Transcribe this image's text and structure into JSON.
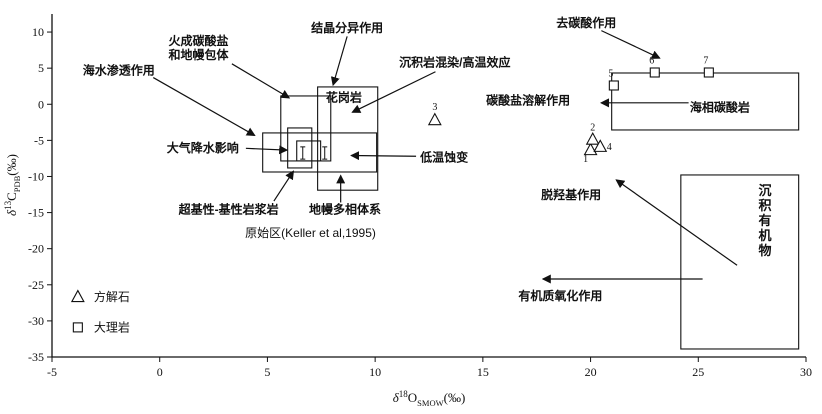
{
  "figure": {
    "background": "#ffffff",
    "ink": "#111111"
  },
  "chart_data": {
    "type": "scatter",
    "x_axis": {
      "label_parts": {
        "pre": "δ",
        "sup": "18",
        "el": "O",
        "sub": "SMOW",
        "unit": "(‰)"
      },
      "lim": [
        -5,
        30
      ],
      "ticks": [
        -5,
        0,
        5,
        10,
        15,
        20,
        25,
        30
      ]
    },
    "y_axis": {
      "label_parts": {
        "pre": "δ",
        "sup": "13",
        "el": "C",
        "sub": "PDB",
        "unit": "(‰)"
      },
      "lim": [
        -35,
        12.5
      ],
      "ticks": [
        10,
        5,
        0,
        -5,
        -10,
        -15,
        -20,
        -25,
        -30,
        -35
      ]
    },
    "fields": [
      {
        "name": "granite-field",
        "x1": 7.33,
        "y1": -11.9,
        "x2": 10.12,
        "y2": 2.4
      },
      {
        "name": "igneous-carbonate-field",
        "x1": 5.62,
        "y1": -7.85,
        "x2": 7.94,
        "y2": 1.15
      },
      {
        "name": "mantle-multiphase-field",
        "x1": 4.78,
        "y1": -9.38,
        "x2": 10.07,
        "y2": -3.97
      },
      {
        "name": "primitive-field-outer",
        "x1": 5.94,
        "y1": -8.82,
        "x2": 7.06,
        "y2": -3.28
      },
      {
        "name": "primitive-field-inner",
        "x1": 6.36,
        "y1": -7.85,
        "x2": 7.47,
        "y2": -5.08
      },
      {
        "name": "marine-carbonate-field",
        "x1": 20.98,
        "y1": -3.56,
        "x2": 29.66,
        "y2": 4.33
      },
      {
        "name": "sedimentary-organic-field",
        "x1": 24.19,
        "y1": -33.89,
        "x2": 29.66,
        "y2": -9.79
      }
    ],
    "ibeam_markers": [
      {
        "x": 6.64,
        "y1": -7.6,
        "y2": -5.9
      },
      {
        "x": 7.66,
        "y1": -7.6,
        "y2": -5.9
      }
    ],
    "labels": [
      {
        "name": "igneous-carbonate-mantle-label",
        "lines": [
          "火成碳酸盐",
          "和地幔包体"
        ],
        "x": 1.8,
        "y": 8.2,
        "bold": true
      },
      {
        "name": "crystallization-differentiation-label",
        "lines": [
          "结晶分异作用"
        ],
        "x": 8.7,
        "y": 10.0,
        "bold": true
      },
      {
        "name": "seawater-infiltration-label",
        "lines": [
          "海水渗透作用"
        ],
        "x": -1.9,
        "y": 4.1,
        "bold": true
      },
      {
        "name": "sediment-contamination-label",
        "lines": [
          "沉积岩混染/高温效应"
        ],
        "x": 13.7,
        "y": 5.2,
        "bold": true
      },
      {
        "name": "meteoric-water-label",
        "lines": [
          "大气降水影响"
        ],
        "x": 2.0,
        "y": -6.6,
        "bold": true
      },
      {
        "name": "low-temp-alteration-label",
        "lines": [
          "低温蚀变"
        ],
        "x": 13.2,
        "y": -7.9,
        "bold": true
      },
      {
        "name": "granite-label",
        "lines": [
          "花岗岩"
        ],
        "x": 8.55,
        "y": 0.4,
        "bold": true
      },
      {
        "name": "ultrabasic-basic-magmatic-label",
        "lines": [
          "超基性-基性岩浆岩"
        ],
        "x": 3.2,
        "y": -15.1,
        "bold": true
      },
      {
        "name": "mantle-multiphase-label",
        "lines": [
          "地幔多相体系"
        ],
        "x": 8.6,
        "y": -15.1,
        "bold": true
      },
      {
        "name": "primitive-zone-label",
        "lines": [
          "原始区(Keller et al,1995)"
        ],
        "x": 7.0,
        "y": -18.4,
        "bold": false
      },
      {
        "name": "decarbonation-label",
        "lines": [
          "去碳酸作用"
        ],
        "x": 19.8,
        "y": 10.7,
        "bold": true
      },
      {
        "name": "carbonate-dissolution-label",
        "lines": [
          "碳酸盐溶解作用"
        ],
        "x": 17.1,
        "y": 0.0,
        "bold": true
      },
      {
        "name": "marine-carbonate-label",
        "lines": [
          "海相碳酸岩"
        ],
        "x": 26.0,
        "y": -1.0,
        "bold": true
      },
      {
        "name": "dehydroxylation-label",
        "lines": [
          "脱羟基作用"
        ],
        "x": 19.1,
        "y": -13.1,
        "bold": true
      },
      {
        "name": "sedimentary-organic-label",
        "lines": [
          "沉积有机物"
        ],
        "x": 28.1,
        "y": -12.6,
        "bold": true,
        "vertical": true,
        "size": 13
      },
      {
        "name": "organic-oxidation-label",
        "lines": [
          "有机质氧化作用"
        ],
        "x": 18.6,
        "y": -27.1,
        "bold": true
      }
    ],
    "arrows": [
      {
        "name": "igneous-carbonate-arrow",
        "x1": 3.35,
        "y1": 5.6,
        "x2": 6.0,
        "y2": 0.9
      },
      {
        "name": "crystallization-arrow",
        "x1": 8.7,
        "y1": 9.4,
        "x2": 8.05,
        "y2": 2.7
      },
      {
        "name": "seawater-arrow",
        "x1": -0.3,
        "y1": 3.7,
        "x2": 4.4,
        "y2": -4.3
      },
      {
        "name": "sediment-contamination-arrow",
        "x1": 12.8,
        "y1": 4.5,
        "x2": 8.95,
        "y2": -1.1
      },
      {
        "name": "meteoric-water-arrow",
        "x1": 4.0,
        "y1": -6.1,
        "x2": 5.9,
        "y2": -6.35
      },
      {
        "name": "low-temp-arrow",
        "x1": 11.9,
        "y1": -7.2,
        "x2": 8.9,
        "y2": -7.1
      },
      {
        "name": "decarbonation-arrow",
        "x1": 20.5,
        "y1": 10.2,
        "x2": 23.2,
        "y2": 6.4
      },
      {
        "name": "carbonate-dissolution-arrow",
        "x1": 24.55,
        "y1": 0.2,
        "x2": 20.5,
        "y2": 0.2
      },
      {
        "name": "dehydroxylation-arrow",
        "x1": 26.8,
        "y1": -22.3,
        "x2": 21.2,
        "y2": -10.5
      },
      {
        "name": "organic-oxidation-arrow",
        "x1": 25.2,
        "y1": -24.2,
        "x2": 17.8,
        "y2": -24.2
      },
      {
        "name": "ultrabasic-leader-arrow",
        "x1": 5.3,
        "y1": -13.4,
        "x2": 6.2,
        "y2": -9.3
      },
      {
        "name": "mantle-leader-arrow",
        "x1": 8.4,
        "y1": -13.6,
        "x2": 8.4,
        "y2": -9.9
      }
    ],
    "series": [
      {
        "key": "calcite",
        "name": "方解石",
        "marker": "triangle",
        "points": [
          {
            "id": "1",
            "x": 20.0,
            "y": -6.35,
            "ldx": -5,
            "ldy": 12
          },
          {
            "id": "2",
            "x": 20.1,
            "y": -4.9,
            "ldx": 0,
            "ldy": -9
          },
          {
            "id": "3",
            "x": 12.77,
            "y": -2.2,
            "ldx": 0,
            "ldy": -10
          },
          {
            "id": "4",
            "x": 20.45,
            "y": -5.9,
            "ldx": 9,
            "ldy": 3
          }
        ]
      },
      {
        "key": "marble",
        "name": "大理岩",
        "marker": "square",
        "points": [
          {
            "id": "5",
            "x": 21.08,
            "y": 2.6,
            "ldx": -3,
            "ldy": -9
          },
          {
            "id": "6",
            "x": 22.98,
            "y": 4.4,
            "ldx": -3,
            "ldy": -9
          },
          {
            "id": "7",
            "x": 25.49,
            "y": 4.4,
            "ldx": -3,
            "ldy": -9
          }
        ]
      }
    ],
    "legend": {
      "x": -3.8,
      "items": [
        {
          "marker": "triangle",
          "label": "方解石",
          "y": -26.7
        },
        {
          "marker": "square",
          "label": "大理岩",
          "y": -30.9
        }
      ]
    }
  }
}
